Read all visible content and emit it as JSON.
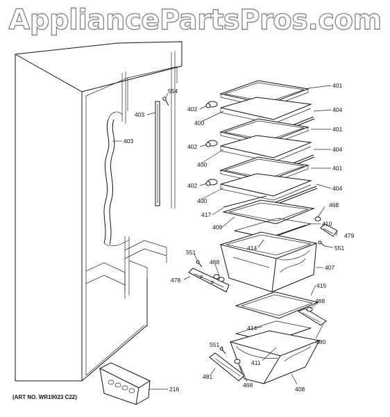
{
  "watermark": "AppliancePartsPros.com",
  "art_number": "(ART NO. WR19023 C22)",
  "callouts": {
    "c401a": "401",
    "c404a": "404",
    "c401b": "401",
    "c404b": "404",
    "c401c": "401",
    "c404c": "404",
    "c402a": "402",
    "c400a": "400",
    "c402b": "402",
    "c400b": "400",
    "c402c": "402",
    "c400c": "400",
    "c417": "417",
    "c409": "409",
    "c468a": "468",
    "c410": "410",
    "c479": "479",
    "c551a": "551",
    "c414a": "414",
    "c407": "407",
    "c415": "415",
    "c468b": "468",
    "c414b": "414",
    "c480": "480",
    "c411": "411",
    "c408": "408",
    "c551b": "551",
    "c481": "481",
    "c468c": "468",
    "c551c": "551",
    "c478": "478",
    "c468d": "468",
    "c554": "554",
    "c403a": "403",
    "c403b": "403",
    "c216": "216"
  }
}
